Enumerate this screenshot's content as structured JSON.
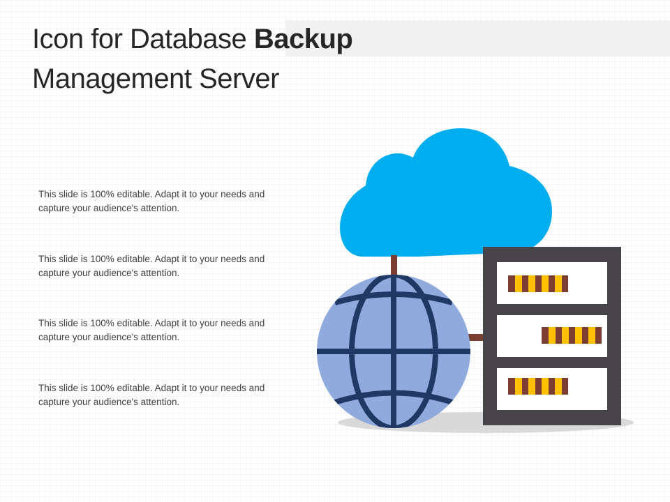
{
  "slide": {
    "title_regular": "Icon for Database ",
    "title_bold": "Backup",
    "title_line2": "Management Server",
    "paragraphs": [
      "This slide is 100% editable. Adapt it to your needs and capture your audience's attention.",
      "This slide is 100% editable. Adapt it to your needs and capture your audience's attention.",
      "This slide is 100% editable. Adapt it to your needs and capture your audience's attention.",
      "This slide is 100% editable. Adapt it to your needs and capture your audience's attention."
    ]
  },
  "illustration": {
    "icons": [
      "cloud-icon",
      "globe-icon",
      "server-rack-icon"
    ],
    "colors": {
      "cloud": "#00aeef",
      "globe_fill": "#8faadc",
      "globe_lines": "#1f3864",
      "connector": "#7b3f32",
      "server_frame": "#464349",
      "server_slot": "#ffffff",
      "led_on": "#ffc000",
      "led_off": "#7b3f32",
      "shadow": "#d9d9d9"
    }
  }
}
